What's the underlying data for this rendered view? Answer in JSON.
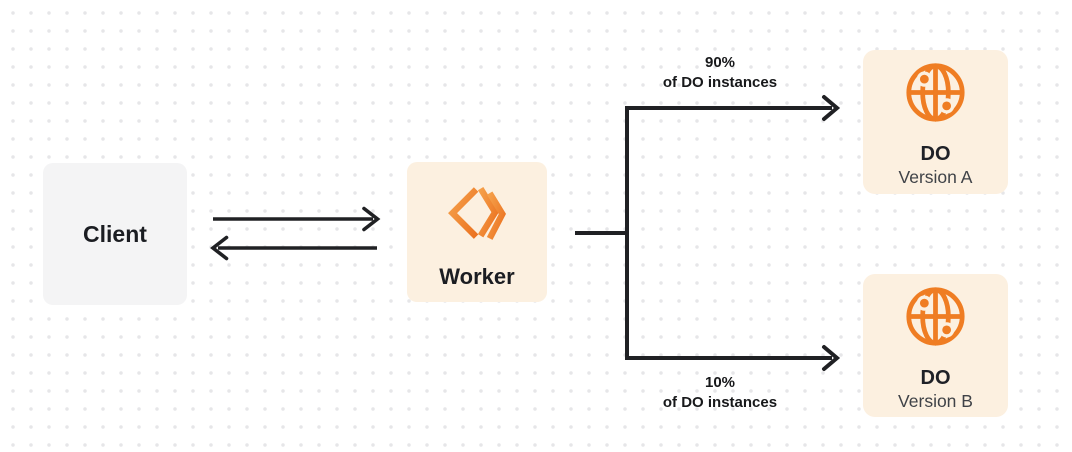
{
  "diagram": {
    "description": "Worker routing traffic between two Durable Object versions",
    "nodes": {
      "client": {
        "label": "Client"
      },
      "worker": {
        "label": "Worker"
      },
      "do_a": {
        "title": "DO",
        "subtitle": "Version A"
      },
      "do_b": {
        "title": "DO",
        "subtitle": "Version B"
      }
    },
    "edges": {
      "client_worker": {
        "direction": "bidirectional"
      },
      "to_do_a": {
        "percent": "90%",
        "caption": "of DO instances"
      },
      "to_do_b": {
        "percent": "10%",
        "caption": "of DO instances"
      }
    },
    "icons": {
      "worker": "workers-chevron-icon",
      "durable_object": "globe-network-icon"
    },
    "colors": {
      "accent_orange": "#EF7D23",
      "worker_icon_gradient": [
        "#F5A04A",
        "#EB7220"
      ],
      "box_cream": "#FCF0E0",
      "box_gray": "#F4F4F5",
      "arrow": "#202124",
      "dot_grid": "#E6E6E8",
      "background": "#FFFFFF"
    }
  }
}
